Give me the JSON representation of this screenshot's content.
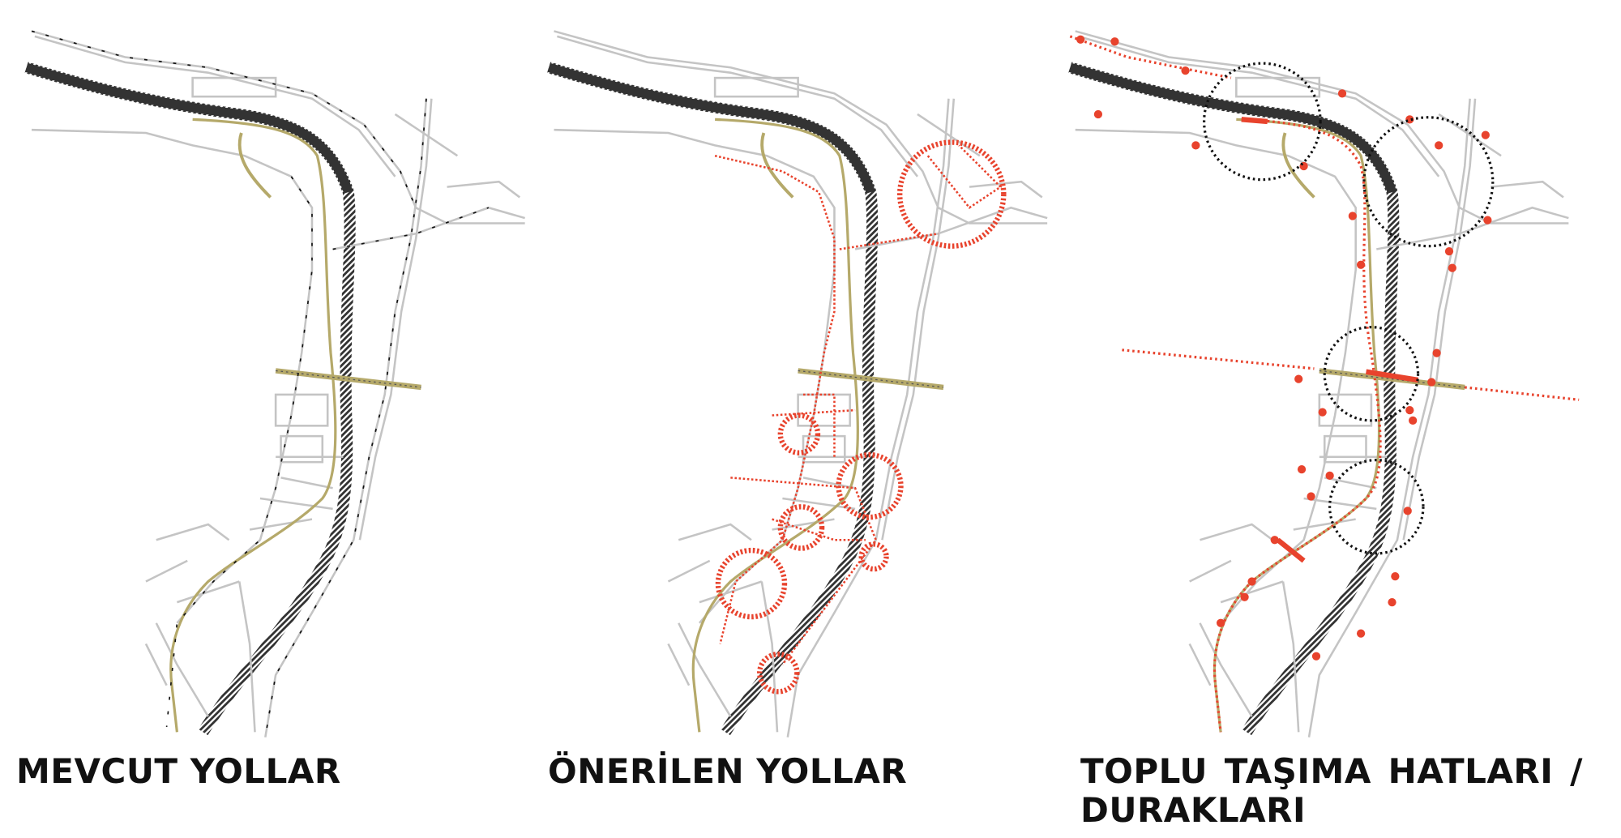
{
  "panels": [
    {
      "title": "MEVCUT YOLLAR"
    },
    {
      "title": "ÖNERİLEN YOLLAR"
    },
    {
      "title_words": [
        "TOPLU",
        "TAŞIMA",
        "HATLARI",
        "/"
      ],
      "title_line2": "DURAKLARI"
    }
  ],
  "colors": {
    "river": "#333333",
    "road": "#bdbdbd",
    "rail": "#b5a96a",
    "proposal": "#e8432d",
    "focus_circle": "#111111"
  }
}
